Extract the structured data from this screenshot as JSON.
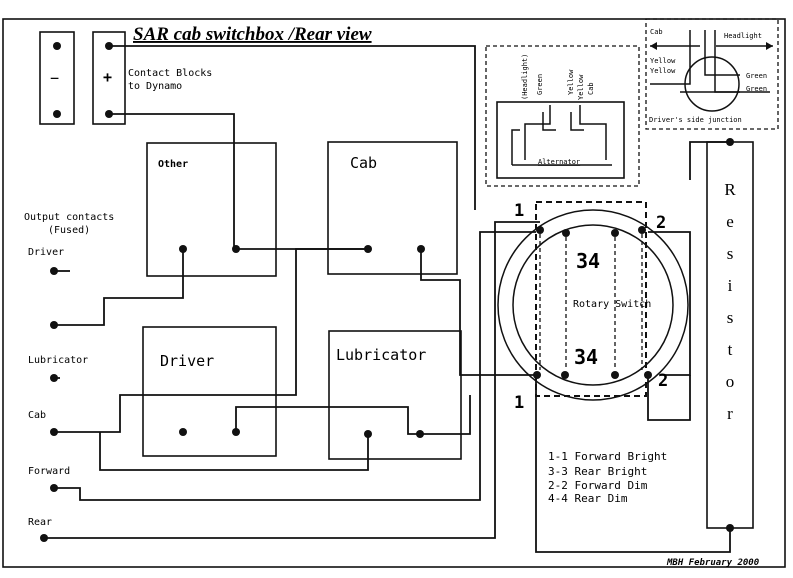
{
  "title": "SAR cab switchbox /Rear view",
  "contact_blocks": {
    "minus_symbol": "−",
    "plus_symbol": "+",
    "label_line1": "Contact Blocks",
    "label_line2": "to Dynamo"
  },
  "output_contacts": {
    "heading_line1": "Output contacts",
    "heading_line2": "(Fused)",
    "items": [
      "Driver",
      "Lubricator",
      "Cab",
      "Forward",
      "Rear"
    ]
  },
  "boxes": {
    "other": "Other",
    "cab": "Cab",
    "driver": "Driver",
    "lubricator": "Lubricator"
  },
  "alternator_inset": {
    "alternator_label": "Alternator",
    "wire_labels": [
      "(Headlight)",
      "Green",
      "Yellow",
      "Yellow",
      "Cab"
    ]
  },
  "junction_inset": {
    "cab_label": "Cab",
    "headlight_label": "Headlight",
    "yellow1": "Yellow",
    "yellow2": "Yellow",
    "green1": "Green",
    "green2": "Green",
    "caption": "Driver's side junction"
  },
  "rotary_switch": {
    "label": "Rotary Switch",
    "top_pos": "34",
    "bottom_pos": "34",
    "pos_1_top": "1",
    "pos_2_top": "2",
    "pos_1_bottom": "1",
    "pos_2_bottom": "2"
  },
  "resistor_label": "Resistor",
  "legend": [
    "1-1 Forward Bright",
    "3-3 Rear Bright",
    "2-2 Forward Dim",
    "4-4 Rear Dim"
  ],
  "credit": "MBH February 2000"
}
